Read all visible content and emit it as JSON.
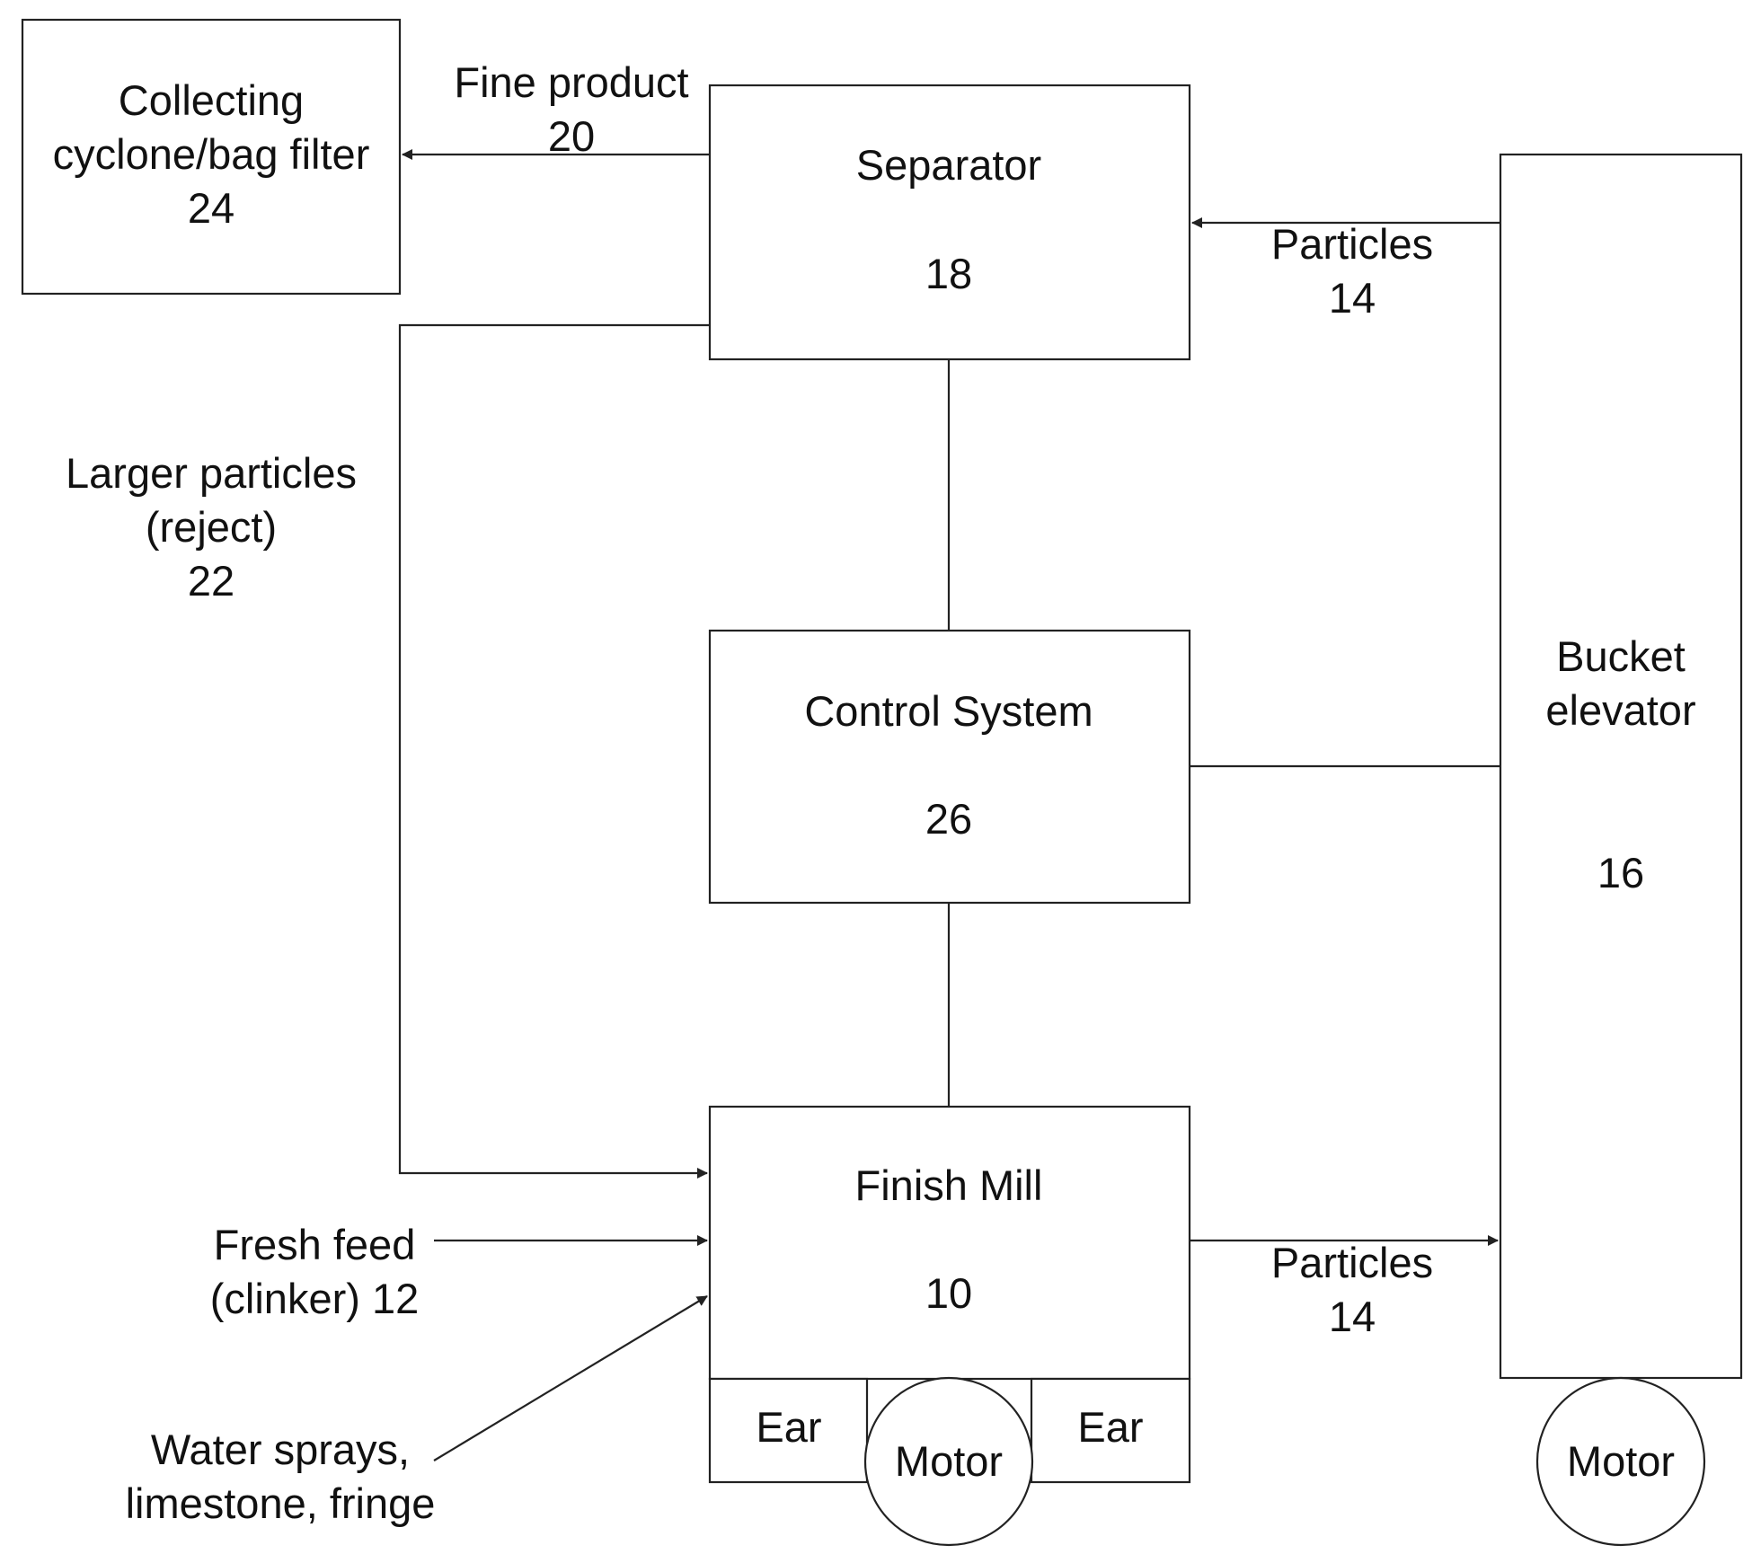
{
  "diagram": {
    "nodes": {
      "collector": {
        "line1": "Collecting",
        "line2": "cyclone/bag filter",
        "ref": "24"
      },
      "separator": {
        "name": "Separator",
        "ref": "18"
      },
      "control": {
        "name": "Control System",
        "ref": "26"
      },
      "mill": {
        "name": "Finish Mill",
        "ref": "10"
      },
      "elevator": {
        "line1": "Bucket",
        "line2": "elevator",
        "ref": "16"
      },
      "ear_left": {
        "name": "Ear"
      },
      "ear_right": {
        "name": "Ear"
      },
      "mill_motor": {
        "name": "Motor"
      },
      "elevator_motor": {
        "name": "Motor"
      }
    },
    "flows": {
      "fine_product": {
        "line1": "Fine product",
        "line2": "20"
      },
      "particles_up": {
        "line1": "Particles",
        "line2": "14"
      },
      "reject": {
        "line1": "Larger particles",
        "line2": "(reject)",
        "line3": "22"
      },
      "fresh_feed": {
        "line1": "Fresh feed",
        "line2": "(clinker) 12"
      },
      "water": {
        "line1": "Water sprays,",
        "line2": "limestone, fringe"
      },
      "particles_out": {
        "line1": "Particles",
        "line2": "14"
      }
    }
  }
}
